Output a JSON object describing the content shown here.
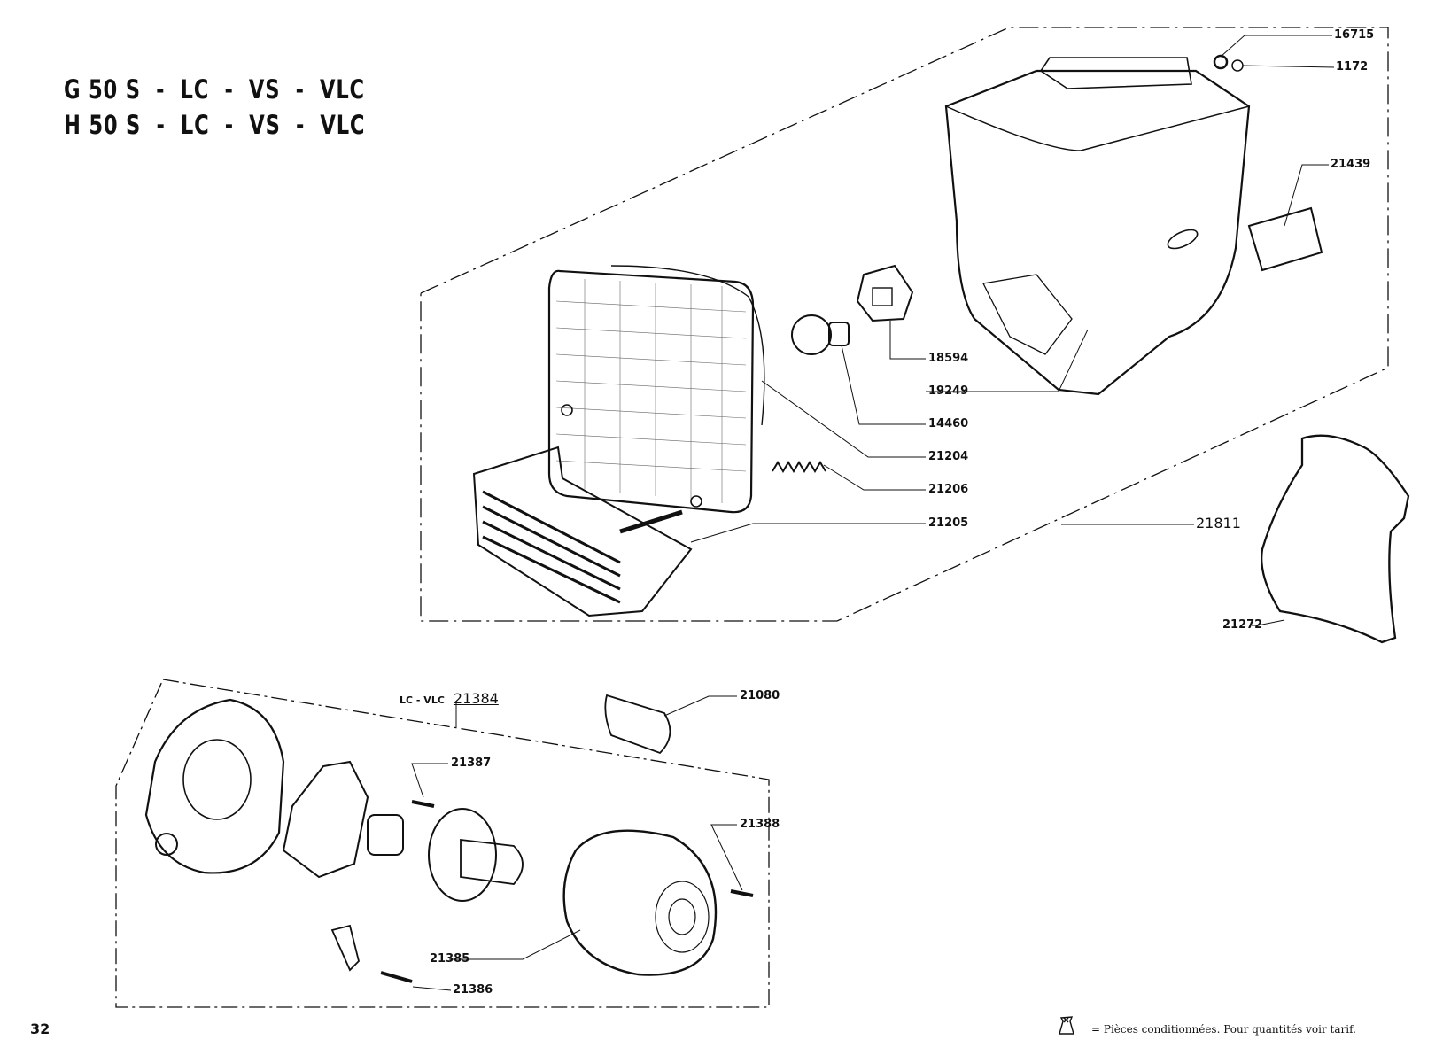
{
  "header": {
    "title_line_1": "G 50 S  -  LC  -  VS  -  VLC",
    "title_line_2": "H 50 S  -  LC  -  VS  -  VLC"
  },
  "parts": {
    "p16715": "16715",
    "p1172": "1172",
    "p21439": "21439",
    "p18594": "18594",
    "p19249": "19249",
    "p14460": "14460",
    "p21204": "21204",
    "p21206": "21206",
    "p21205": "21205",
    "p21811": "21811",
    "p21272": "21272",
    "p21080": "21080",
    "p21387": "21387",
    "p21388": "21388",
    "p21385": "21385",
    "p21386": "21386"
  },
  "subassembly": {
    "variant": "LC - VLC",
    "part": "21384"
  },
  "footer": {
    "page_number": "32",
    "note": "= Pièces conditionnées. Pour quantités voir tarif.",
    "note_icon": "bag-icon"
  }
}
